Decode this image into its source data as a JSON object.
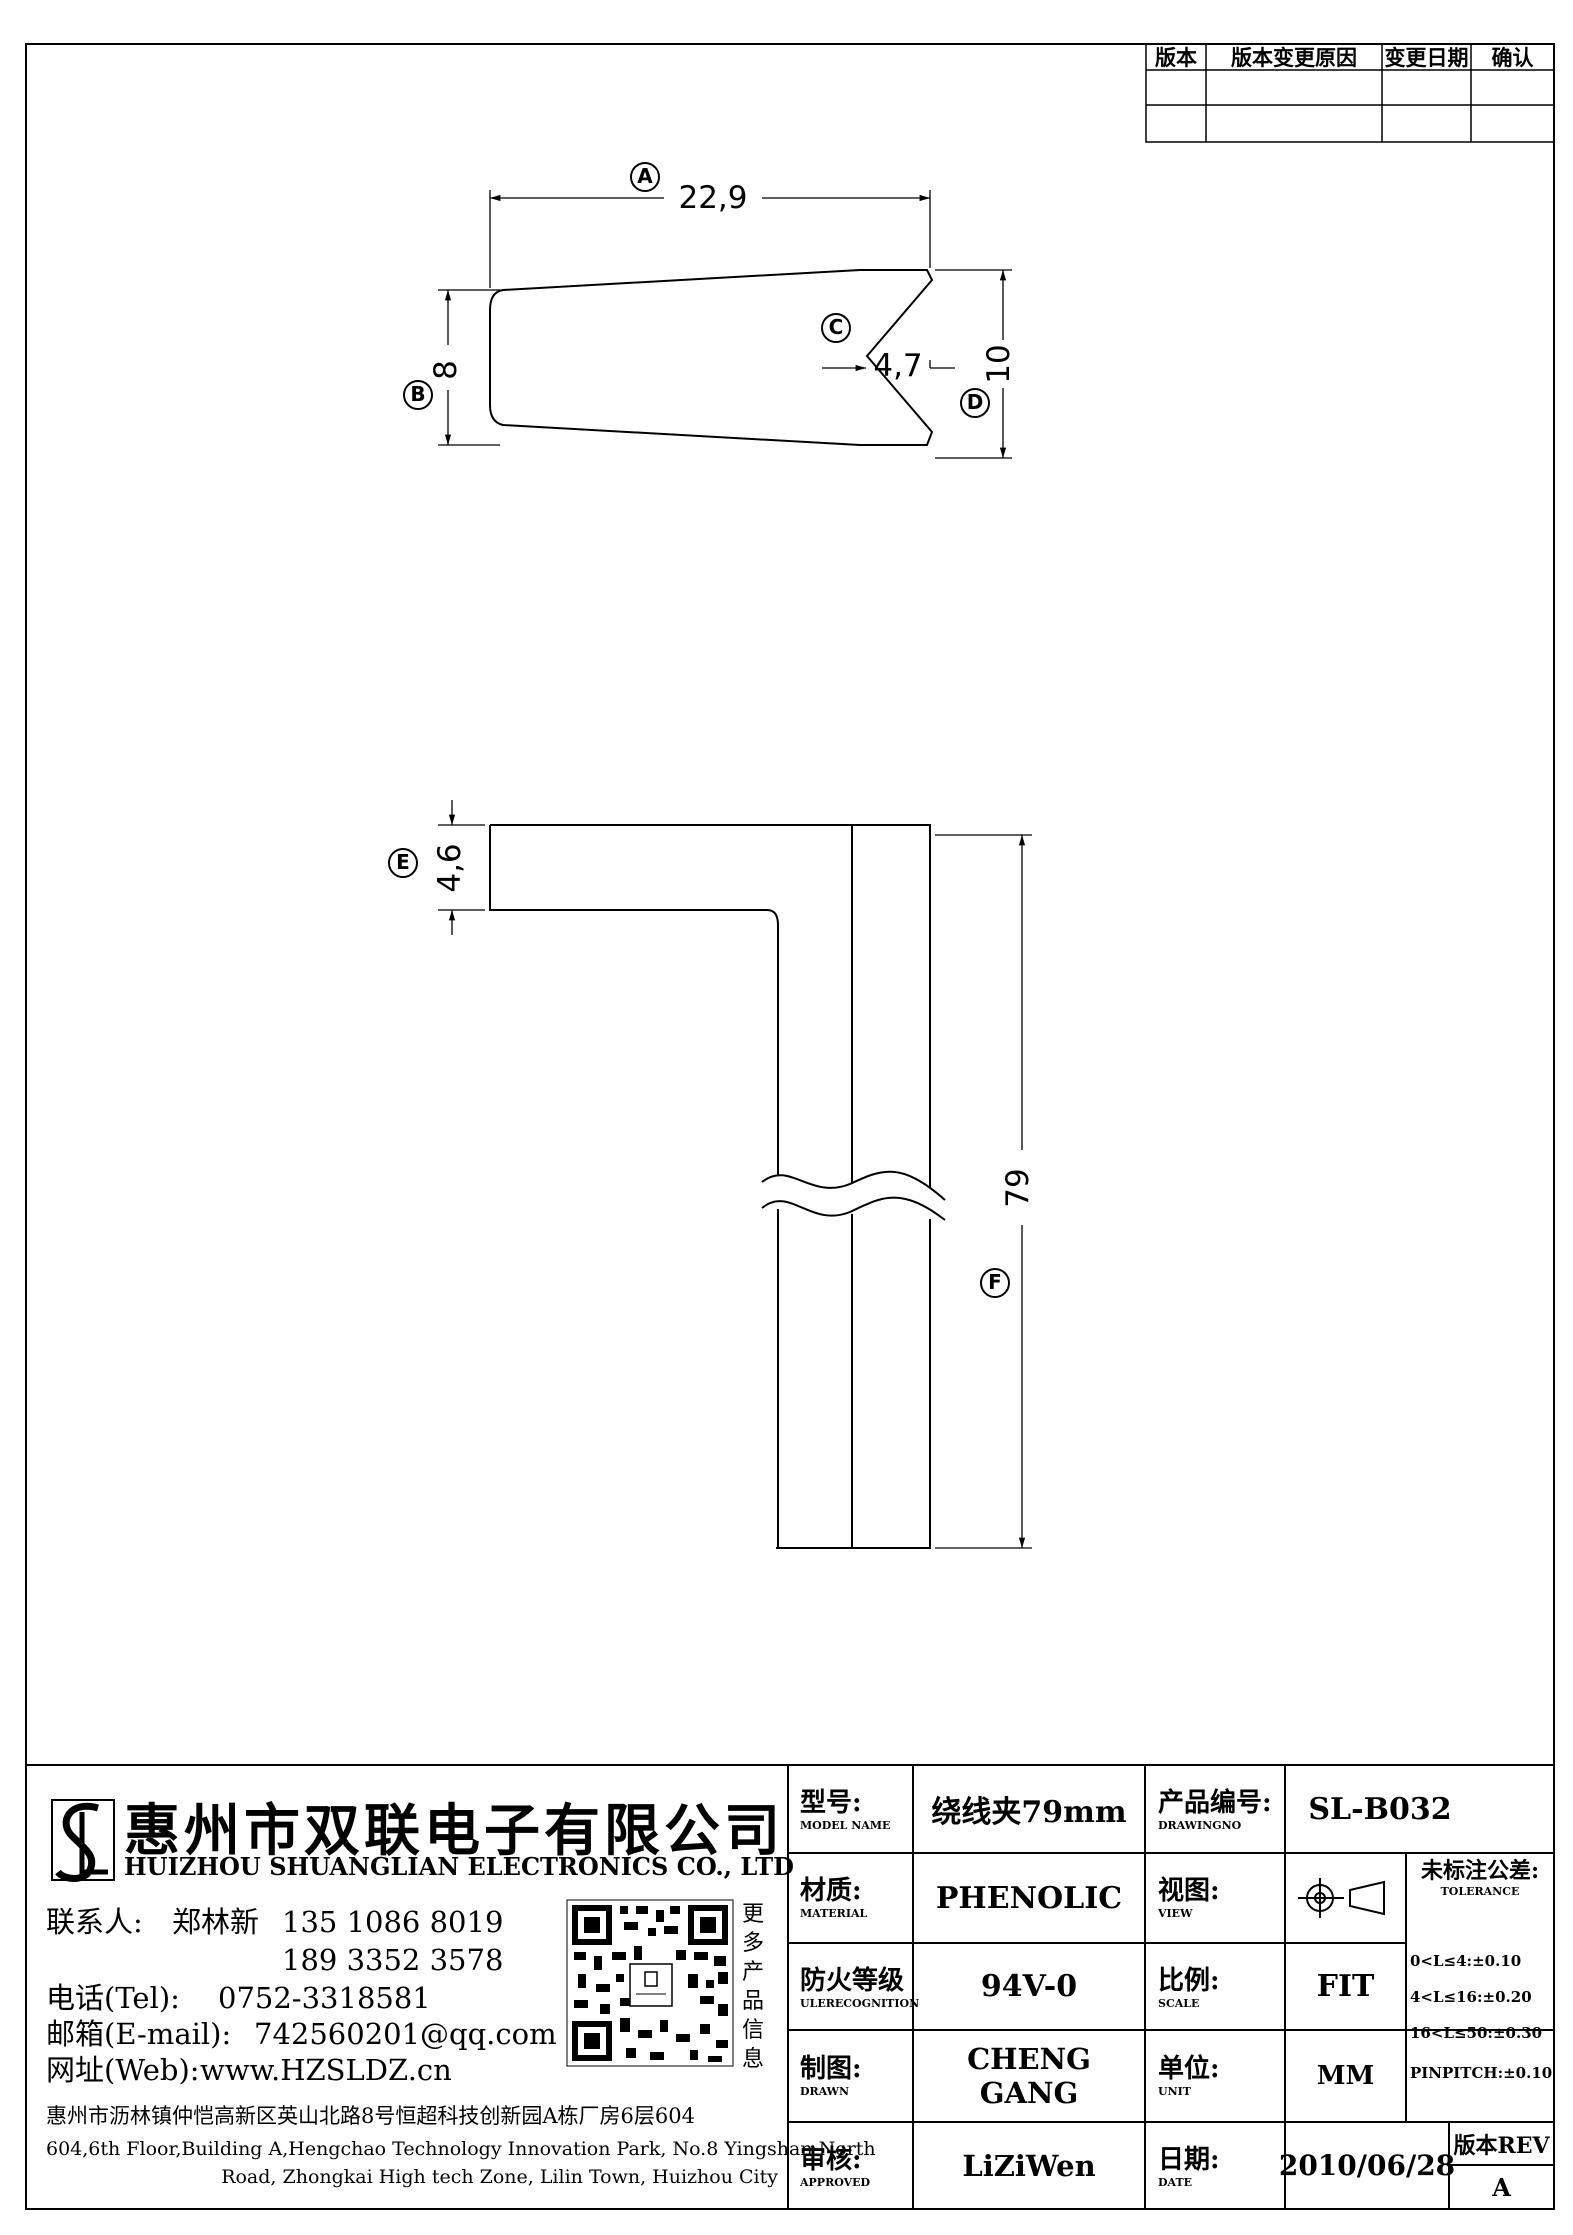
{
  "revision_table": {
    "headers": [
      "版本",
      "版本变更原因",
      "变更日期",
      "确认"
    ]
  },
  "drawing": {
    "top_view": {
      "dim_a": {
        "label": "A",
        "value": "22,9"
      },
      "dim_b": {
        "label": "B",
        "value": "8"
      },
      "dim_c": {
        "label": "C",
        "value": "4,7"
      },
      "dim_d": {
        "label": "D",
        "value": "10"
      }
    },
    "side_view": {
      "dim_e": {
        "label": "E",
        "value": "4,6"
      },
      "dim_f": {
        "label": "F",
        "value": "79"
      }
    }
  },
  "company": {
    "name_cn": "惠州市双联电子有限公司",
    "name_en": "HUIZHOU SHUANGLIAN ELECTRONICS CO., LTD",
    "contact_label": "联系人:",
    "contact_name": "郑林新",
    "phone1": "135 1086 8019",
    "phone2": "189 3352 3578",
    "tel_label": "电话(Tel):",
    "tel": "0752-3318581",
    "email_label": "邮箱(E-mail):",
    "email": "742560201@qq.com",
    "web_label": "网址(Web):",
    "web": "www.HZSLDZ.cn",
    "qr_caption": "更多产品信息",
    "address_cn": "惠州市沥林镇仲恺高新区英山北路8号恒超科技创新园A栋厂房6层604",
    "address_en_1": "604,6th Floor,Building A,Hengchao Technology Innovation Park, No.8 Yingshan North",
    "address_en_2": "Road, Zhongkai High tech Zone, Lilin Town, Huizhou City"
  },
  "title_block": {
    "model_label_cn": "型号:",
    "model_label_en": "MODEL NAME",
    "model_value": "绕线夹79mm",
    "drawing_no_label_cn": "产品编号:",
    "drawing_no_label_en": "DRAWINGNO",
    "drawing_no_value": "SL-B032",
    "material_label_cn": "材质:",
    "material_label_en": "MATERIAL",
    "material_value": "PHENOLIC",
    "view_label_cn": "视图:",
    "view_label_en": "VIEW",
    "tolerance_label_cn": "未标注公差:",
    "tolerance_label_en": "TOLERANCE",
    "fire_label_cn": "防火等级",
    "fire_label_en": "ULERECOGNITION",
    "fire_value": "94V-0",
    "scale_label_cn": "比例:",
    "scale_label_en": "SCALE",
    "scale_value": "FIT",
    "tolerances": [
      "0<L≤4:±0.10",
      "4<L≤16:±0.20",
      "16<L≤50:±0.30",
      "PINPITCH:±0.10"
    ],
    "drawn_label_cn": "制图:",
    "drawn_label_en": "DRAWN",
    "drawn_value": "CHENG GANG",
    "unit_label_cn": "单位:",
    "unit_label_en": "UNIT",
    "unit_value": "MM",
    "approved_label_cn": "审核:",
    "approved_label_en": "APPROVED",
    "approved_value": "LiZiWen",
    "date_label_cn": "日期:",
    "date_label_en": "DATE",
    "date_value": "2010/06/28",
    "rev_label": "版本REV",
    "rev_value": "A"
  }
}
